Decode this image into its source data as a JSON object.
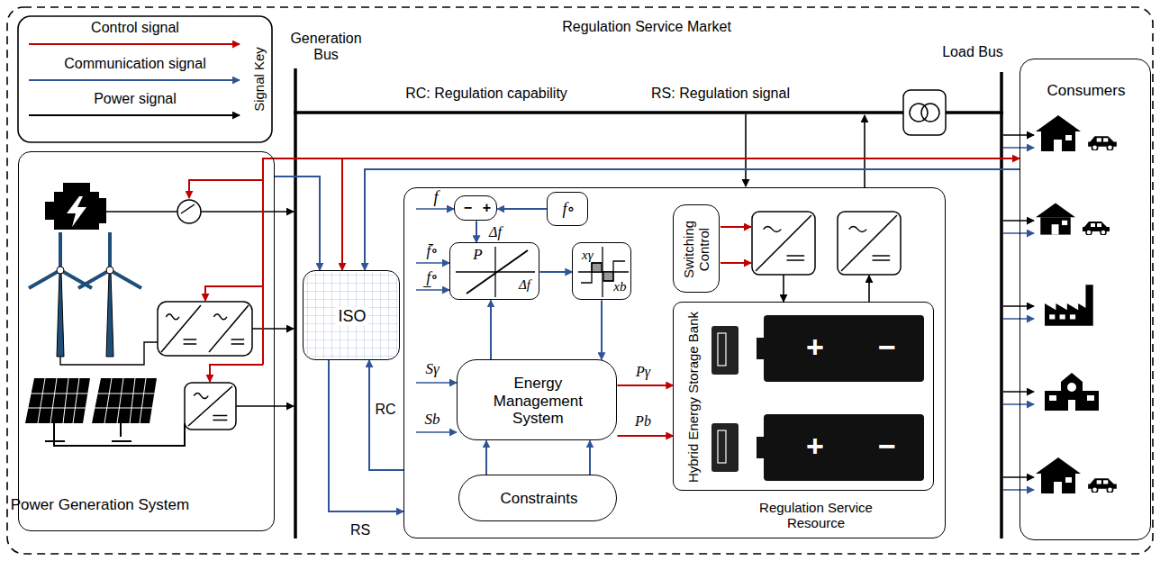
{
  "diagram": {
    "title": "Regulation Service Market",
    "nodes": [
      {
        "text": [
          "Power Generation System"
        ]
      },
      {
        "text": [
          "ISO"
        ]
      },
      {
        "text": [
          "Regulation Service Resource"
        ]
      },
      {
        "text": [
          "−",
          "+"
        ],
        "in": 2
      },
      {
        "text": [
          "f∘"
        ],
        "in": 2
      },
      {
        "text": [
          "P",
          "Δf"
        ],
        "in": 2
      },
      {
        "text": [
          "xγ",
          "xb"
        ],
        "in": 2
      },
      {
        "text": [
          "Energy Management System"
        ],
        "in": 2
      },
      {
        "text": [
          "Constraints"
        ],
        "in": 2
      },
      {
        "text": [
          "Switching Control"
        ],
        "in": 2
      },
      {
        "text": [
          "Hybrid Energy Storage Bank"
        ],
        "in": 2
      },
      {
        "text": [
          "Consumers"
        ]
      }
    ],
    "edges": [
      {
        "from": 1,
        "to": 11,
        "arrow": "both"
      },
      {
        "from": 1,
        "to": 0,
        "arrow": "none"
      },
      {
        "from": 11,
        "to": 1,
        "arrow": "to"
      },
      {
        "from": 0,
        "to": 1,
        "arrow": "to"
      },
      {
        "from": 1,
        "to": 2,
        "label": "RS",
        "arrow": "to"
      },
      {
        "from": 2,
        "to": 1,
        "label": "RC",
        "arrow": "to"
      },
      {
        "from": 4,
        "to": 3,
        "arrow": "to"
      },
      {
        "from": 3,
        "to": 5,
        "label": "Δf",
        "arrow": "to"
      },
      {
        "from": 5,
        "to": 6,
        "arrow": "to"
      },
      {
        "from": 6,
        "to": 7,
        "arrow": "to"
      },
      {
        "from": 7,
        "to": 5,
        "arrow": "to"
      },
      {
        "from": 8,
        "to": 7,
        "arrow": "to"
      },
      {
        "from": 8,
        "to": 7,
        "arrow": "to"
      },
      {
        "from": 7,
        "to": 10,
        "label": "Pγ",
        "arrow": "to"
      },
      {
        "from": 7,
        "to": 10,
        "label": "Pb",
        "arrow": "to"
      }
    ],
    "labels": [
      "Generation Bus",
      "Load Bus",
      "RC: Regulation capability",
      "RS: Regulation signal",
      "Signal Key",
      "f",
      "f̄∘",
      "f̲∘",
      "Sγ",
      "Sb",
      "+",
      "−",
      "+",
      "−"
    ],
    "legend": [
      {
        "text": "Control signal"
      },
      {
        "text": "Communication signal"
      },
      {
        "text": "Power signal"
      }
    ]
  }
}
